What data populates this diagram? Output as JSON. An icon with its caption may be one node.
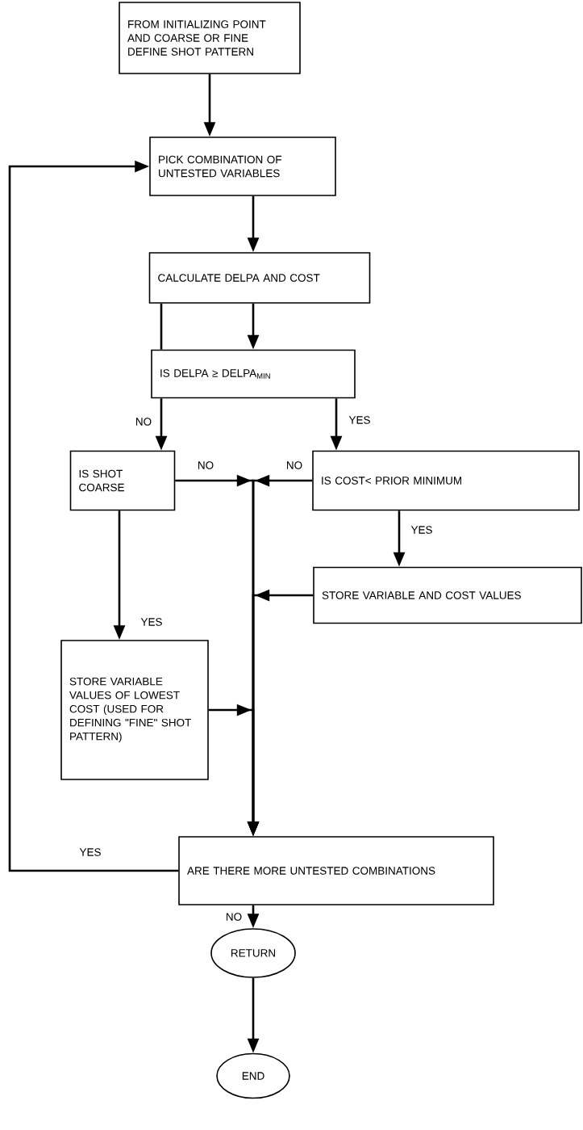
{
  "diagram": {
    "nodes": [
      {
        "text": [
          "FROM INITIALIZING POINT AND COARSE OR FINE DEFINE SHOT PATTERN"
        ]
      },
      {
        "text": [
          "PICK COMBINATION OF UNTESTED VARIABLES"
        ]
      },
      {
        "text": [
          "CALCULATE DELPA AND COST"
        ]
      },
      {
        "text": [
          "IS DELPA ≥ DELPA$_{MIN}$"
        ]
      },
      {
        "text": [
          "IS SHOT COARSE"
        ]
      },
      {
        "text": [
          "IS COST< PRIOR MINIMUM"
        ]
      },
      {
        "text": [
          "STORE VARIABLE AND COST VALUES"
        ]
      },
      {
        "text": [
          "STORE VARIABLE VALUES OF LOWEST COST (USED FOR DEFINING \"FINE\" SHOT PATTERN)"
        ]
      },
      {
        "text": [
          "ARE THERE MORE UNTESTED COMBINATIONS"
        ]
      },
      {
        "text": [
          "RETURN"
        ]
      },
      {
        "text": [
          "END"
        ]
      }
    ],
    "edges": [
      {
        "from": 0,
        "to": 1,
        "arrow": "to"
      },
      {
        "from": 1,
        "to": 2,
        "arrow": "to"
      },
      {
        "from": 2,
        "to": 3,
        "arrow": "to"
      },
      {
        "from": 2,
        "to": 3,
        "arrow": "none"
      },
      {
        "from": 3,
        "to": 4,
        "arrow": "to",
        "label": "NO"
      },
      {
        "from": 3,
        "to": 5,
        "arrow": "to",
        "label": "YES"
      },
      {
        "from": 4,
        "to": 8,
        "arrow": "to",
        "label": "NO"
      },
      {
        "from": 5,
        "to": 8,
        "arrow": "to",
        "label": "NO"
      },
      {
        "from": 5,
        "to": 6,
        "arrow": "to",
        "label": "YES"
      },
      {
        "from": 6,
        "to": 8,
        "arrow": "to"
      },
      {
        "from": 4,
        "to": 7,
        "arrow": "to",
        "label": "YES"
      },
      {
        "from": 7,
        "to": 8,
        "arrow": "to"
      },
      {
        "from": 8,
        "to": 1,
        "arrow": "to",
        "label": "YES"
      },
      {
        "from": 8,
        "to": 9,
        "arrow": "to",
        "label": "NO"
      },
      {
        "from": 9,
        "to": 10,
        "arrow": "to"
      }
    ]
  }
}
